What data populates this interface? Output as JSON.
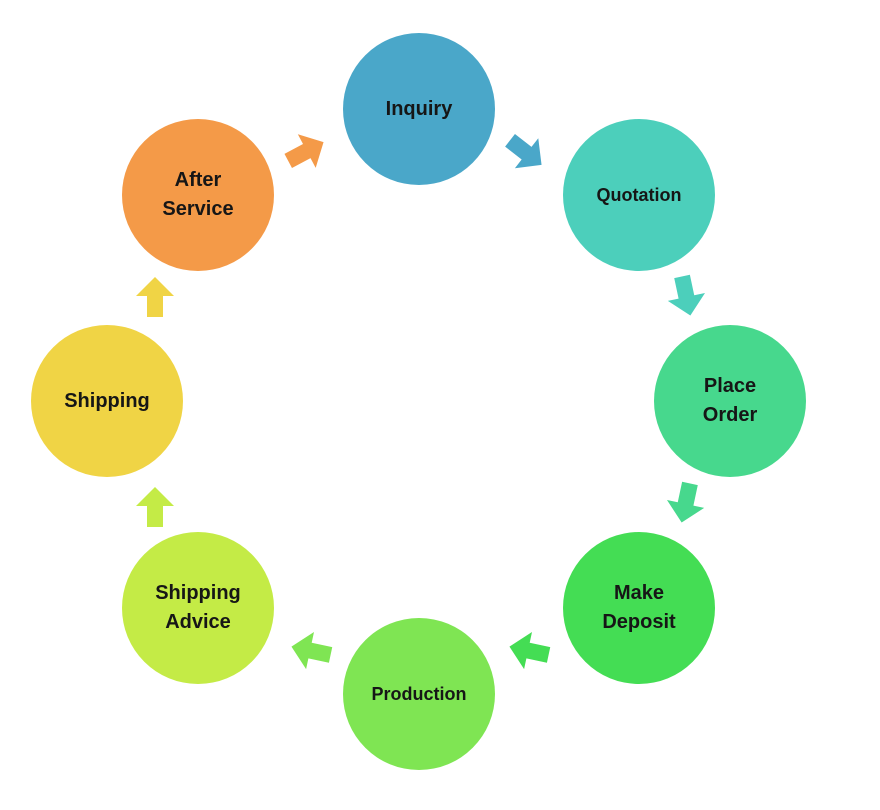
{
  "steps": [
    {
      "label": "Inquiry",
      "color": "#4aa7c9"
    },
    {
      "label": "Quotation",
      "color": "#4ccfbb"
    },
    {
      "label": "Place\nOrder",
      "color": "#47d88d"
    },
    {
      "label": "Make\nDeposit",
      "color": "#44dd54"
    },
    {
      "label": "Production",
      "color": "#7fe553"
    },
    {
      "label": "Shipping\nAdvice",
      "color": "#c4eb46"
    },
    {
      "label": "Shipping",
      "color": "#f0d445"
    },
    {
      "label": "After\nService",
      "color": "#f49a48"
    }
  ],
  "arrow_colors": [
    "#4aa7c9",
    "#4ccfbb",
    "#47d88d",
    "#44dd54",
    "#7fe553",
    "#c4eb46",
    "#f0d445",
    "#f49a48"
  ]
}
